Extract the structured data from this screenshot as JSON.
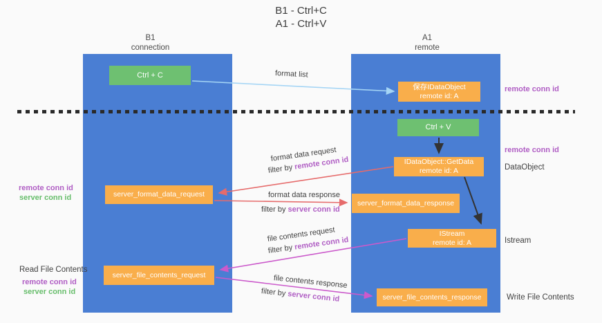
{
  "title": {
    "line1": "B1 - Ctrl+C",
    "line2": "A1 - Ctrl+V"
  },
  "lanes": {
    "left": {
      "name": "B1",
      "subtitle": "connection"
    },
    "right": {
      "name": "A1",
      "subtitle": "remote"
    }
  },
  "boxes": {
    "ctrl_c": {
      "label": "Ctrl + C"
    },
    "save_dataobject": {
      "line1": "保存IDataObject",
      "line2": "remote id: A"
    },
    "ctrl_v": {
      "label": "Ctrl + V"
    },
    "getdata": {
      "line1": "IDataObject::GetData",
      "line2": "remote id: A"
    },
    "server_format_data_request": {
      "label": "server_format_data_request"
    },
    "server_format_data_response": {
      "label": "server_format_data_response"
    },
    "istream": {
      "line1": "IStream",
      "line2": "remote id: A"
    },
    "server_file_contents_request": {
      "label": "server_file_contents_request"
    },
    "server_file_contents_response": {
      "label": "server_file_contents_response"
    }
  },
  "flow_labels": {
    "format_list": "format list",
    "format_data_request": "format data request",
    "format_data_response": "format data response",
    "file_contents_request": "file contents request",
    "file_contents_response": "file contents response",
    "filter_by": "filter by",
    "remote_conn_id": "remote conn id",
    "server_conn_id": "server conn id"
  },
  "side_labels": {
    "right_top_remote_conn_id": "remote conn id",
    "right_mid_remote_conn_id": "remote conn id",
    "dataobject": "DataObject",
    "istream": "Istream",
    "write_file_contents": "Write File Contents",
    "left_remote_conn_id_1": "remote conn id",
    "left_server_conn_id_1": "server conn id",
    "read_file_contents": "Read File Contents",
    "left_remote_conn_id_2": "remote conn id",
    "left_server_conn_id_2": "server conn id"
  },
  "colors": {
    "lane_blue": "#4a7ed3",
    "box_orange": "#f9ae4b",
    "box_green": "#6ec071",
    "label_purple": "#b05ec4",
    "label_green": "#67bd6b",
    "arrow_red": "#e66b6b",
    "arrow_magenta": "#cb5acb",
    "arrow_light_blue": "#a5d5f5",
    "arrow_black": "#333333",
    "text_dark": "#3f3f3f"
  }
}
